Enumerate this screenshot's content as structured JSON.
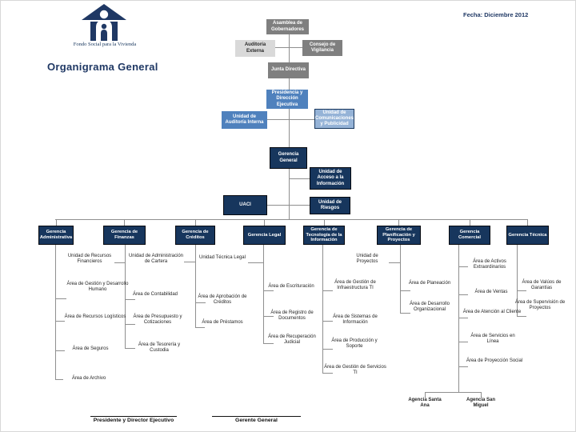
{
  "meta": {
    "fecha": "Fecha:  Diciembre 2012"
  },
  "logo": {
    "caption": "Fondo Social para la Vivienda"
  },
  "title": "Organigrama General",
  "governance": {
    "asamblea": "Asamblea de Gobernadores",
    "auditoria_externa": "Auditoría Externa",
    "consejo": "Consejo de Vigilancia",
    "junta": "Junta Directiva",
    "presidencia": "Presidencia y Dirección Ejecutiva",
    "auditoria_interna": "Unidad de Auditoría Interna",
    "comunicaciones": "Unidad de Comunicaciones y Publicidad",
    "gerencia_general": "Gerencia General",
    "acceso_informacion": "Unidad de Acceso a la Información",
    "uaci": "UACI",
    "riesgos": "Unidad de Riesgos"
  },
  "gerencias": [
    {
      "label": "Gerencia Administrativa",
      "children": [
        "Área de Gestión y Desarrollo Humano",
        "Área de Recursos Logísticos",
        "Área de Seguros",
        "Área de Archivo"
      ]
    },
    {
      "label": "Gerencia de Finanzas",
      "children": [
        "Unidad de Recursos Financieros",
        "Área de Contabilidad",
        "Área de Presupuesto y Cotizaciones",
        "Área de Tesorería y Custodia"
      ]
    },
    {
      "label": "Gerencia de Créditos",
      "children": [
        "Unidad de Administración de Cartera",
        "Área de Aprobación de Créditos",
        "Área de Préstamos"
      ]
    },
    {
      "label": "Gerencia Legal",
      "children": [
        "Unidad Técnica Legal",
        "Área de Escrituración",
        "Área de Registro de Documentos",
        "Área de Recuperación Judicial"
      ]
    },
    {
      "label": "Gerencia de Tecnología de la Información",
      "children": [
        "Área de Gestión de Infraestructura TI",
        "Área de Sistemas de Información",
        "Área de Producción y Soporte",
        "Área de Gestión de Servicios TI"
      ]
    },
    {
      "label": "Gerencia de Planificación y Proyectos",
      "children": [
        "Unidad de Proyectos",
        "Área de Planeación",
        "Área de Desarrollo Organizacional"
      ]
    },
    {
      "label": "Gerencia Comercial",
      "children": [
        "Área de Activos Extraordinarios",
        "Área de Ventas",
        "Área de Atención al Cliente",
        "Área de Servicios en Línea",
        "Área de Proyección Social"
      ],
      "agencies": [
        "Agencia Santa Ana",
        "Agencia San Miguel"
      ]
    },
    {
      "label": "Gerencia Técnica",
      "children": [
        "Área de Valúos de Garantías",
        "Área de Supervisión de Proyectos"
      ]
    }
  ],
  "signatures": [
    "Presidente y Director Ejecutivo",
    "Gerente General"
  ],
  "colors": {
    "navy": "#17365D",
    "medium_blue": "#4F81BD",
    "light_blue": "#95B3D7",
    "gray_box": "#7F7F7F",
    "light_gray_box": "#D9D9D9",
    "line": "#8F8F8F",
    "accent_text": "#1F3864"
  }
}
